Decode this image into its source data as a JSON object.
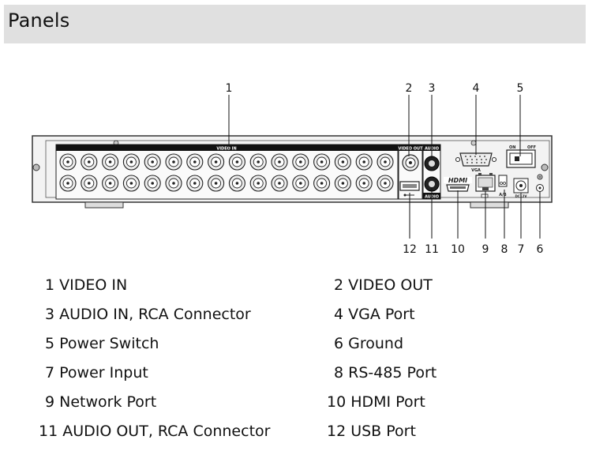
{
  "header": {
    "title": "Panels"
  },
  "panel_labels": {
    "video_in": "VIDEO IN",
    "video_out": "VIDEO OUT",
    "audio_top": "AUDIO",
    "audio_bottom": "AUDIO",
    "vga": "VGA",
    "on": "ON",
    "off": "OFF",
    "hdmi": "HDMI",
    "ab": "A/B",
    "dc": "DC12V"
  },
  "callouts": {
    "top": [
      {
        "number": "1"
      },
      {
        "number": "2"
      },
      {
        "number": "3"
      },
      {
        "number": "4"
      },
      {
        "number": "5"
      }
    ],
    "bottom": [
      {
        "number": "12"
      },
      {
        "number": "11"
      },
      {
        "number": "10"
      },
      {
        "number": "9"
      },
      {
        "number": "8"
      },
      {
        "number": "7"
      },
      {
        "number": "6"
      }
    ]
  },
  "legend": {
    "left": [
      "1 VIDEO IN",
      "3 AUDIO IN, RCA Connector",
      "5 Power Switch",
      "7 Power Input",
      "9 Network Port",
      "11 AUDIO OUT, RCA Connector"
    ],
    "right": [
      "2 VIDEO OUT",
      "4 VGA Port",
      "6 Ground",
      "8 RS-485 Port",
      "10  HDMI Port",
      "12  USB Port"
    ]
  }
}
